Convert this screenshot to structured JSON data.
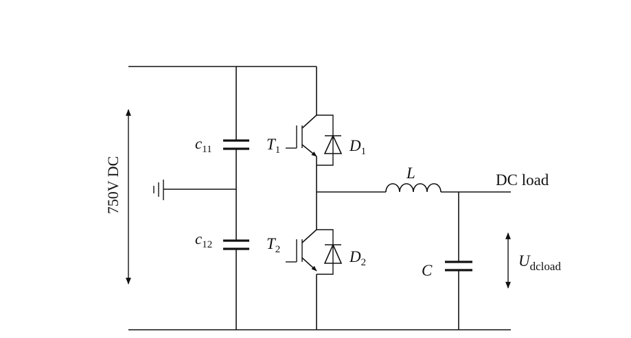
{
  "labels": {
    "source": "750V DC",
    "c11": {
      "main": "c",
      "sub": "11"
    },
    "c12": {
      "main": "c",
      "sub": "12"
    },
    "t1": {
      "main": "T",
      "sub": "1"
    },
    "t2": {
      "main": "T",
      "sub": "2"
    },
    "d1": {
      "main": "D",
      "sub": "1"
    },
    "d2": {
      "main": "D",
      "sub": "2"
    },
    "inductor": "L",
    "capacitor": "C",
    "load": "DC load",
    "u_load": {
      "main": "U",
      "sub": "dcload"
    }
  }
}
